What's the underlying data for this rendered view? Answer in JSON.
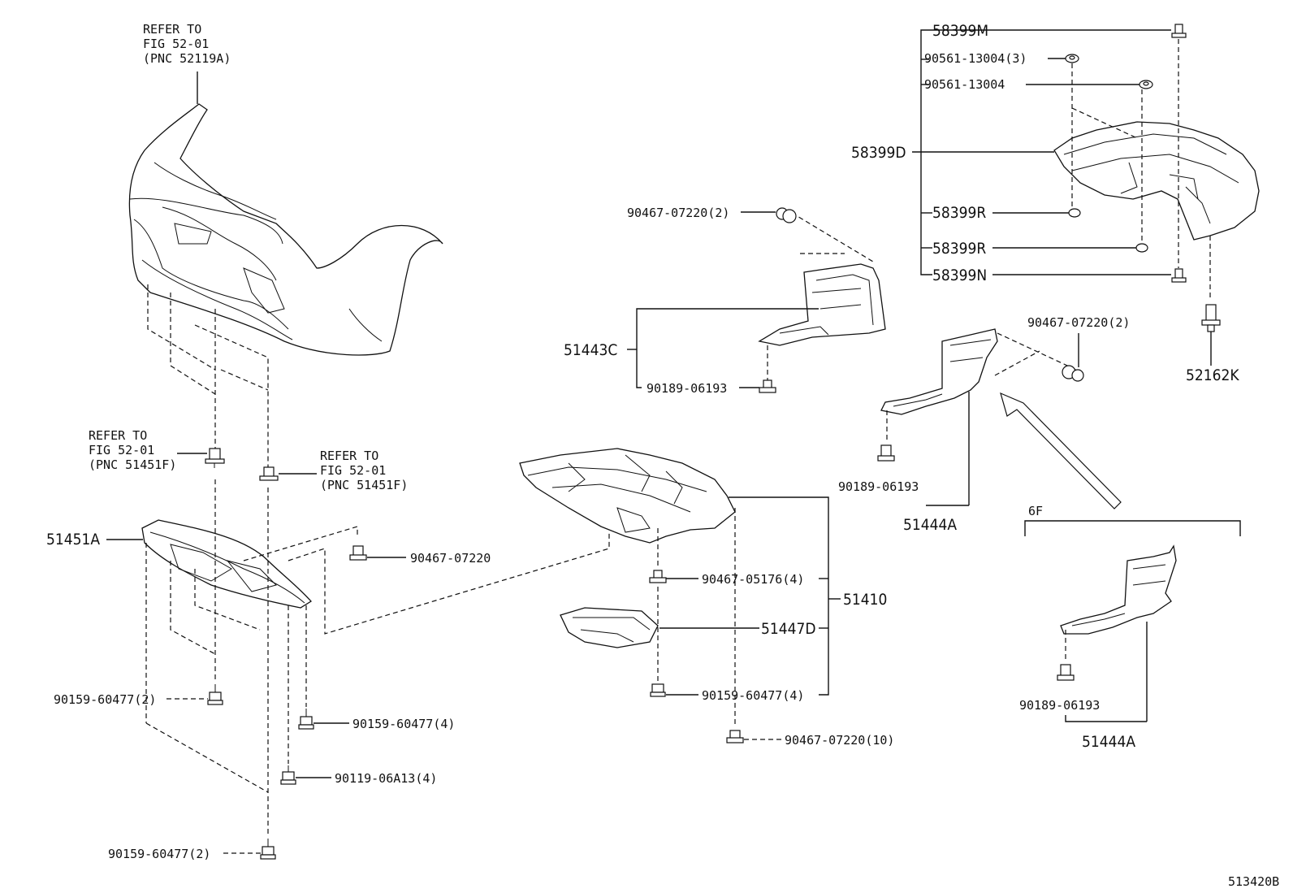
{
  "diagram": {
    "figure_id": "513420B",
    "references": {
      "bumper": [
        "REFER TO",
        "FIG 52-01",
        "(PNC 52119A)"
      ],
      "clip_left": [
        "REFER TO",
        "FIG 52-01",
        "(PNC 51451F)"
      ],
      "clip_right": [
        "REFER TO",
        "FIG 52-01",
        "(PNC 51451F)"
      ]
    },
    "parts": {
      "p58399M": "58399M",
      "p90561_13004_3": "90561-13004(3)",
      "p90561_13004": "90561-13004",
      "p58399D": "58399D",
      "p58399R_a": "58399R",
      "p58399R_b": "58399R",
      "p58399N": "58399N",
      "p90467_07220_2_a": "90467-07220(2)",
      "p51443C": "51443C",
      "p90189_06193_a": "90189-06193",
      "p90467_07220_2_b": "90467-07220(2)",
      "p52162K": "52162K",
      "p90189_06193_b": "90189-06193",
      "p51444A_a": "51444A",
      "group_6F": "6F",
      "p90189_06193_c": "90189-06193",
      "p51444A_b": "51444A",
      "p51451A": "51451A",
      "p90467_07220": "90467-07220",
      "p90467_05176_4": "90467-05176(4)",
      "p51410": "51410",
      "p51447D": "51447D",
      "p90159_60477_4_a": "90159-60477(4)",
      "p90467_07220_10": "90467-07220(10)",
      "p90159_60477_2_a": "90159-60477(2)",
      "p90159_60477_4_b": "90159-60477(4)",
      "p90119_06A13_4": "90119-06A13(4)",
      "p90159_60477_2_b": "90159-60477(2)"
    }
  }
}
